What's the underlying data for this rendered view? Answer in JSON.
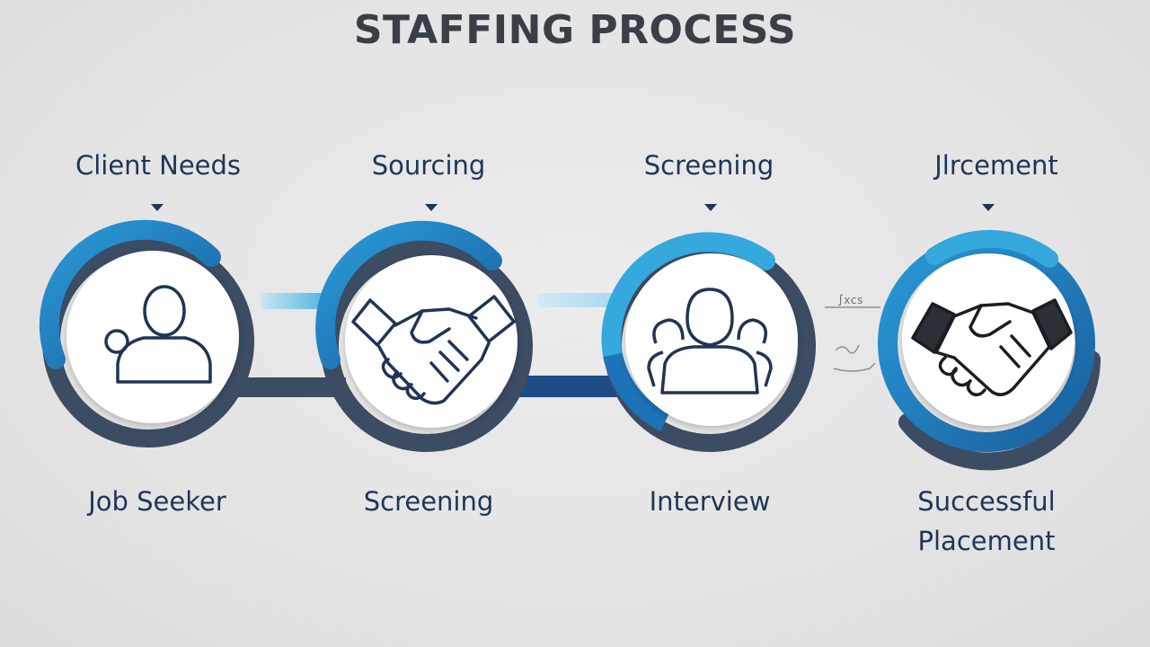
{
  "title": "STAFFING PROCESS",
  "steps": [
    {
      "top_label": "Client Needs",
      "bottom_label": "Job Seeker",
      "icon": "person-icon"
    },
    {
      "top_label": "Sourcing",
      "bottom_label": "Screening",
      "icon": "handshake-icon"
    },
    {
      "top_label": "Screening",
      "bottom_label": "Interview",
      "icon": "group-icon"
    },
    {
      "top_label": "Jlrcement",
      "bottom_label_line1": "Successful",
      "bottom_label_line2": "Placement",
      "icon": "handshake-filled-icon"
    }
  ],
  "scribble_label": "∫xcs",
  "colors": {
    "dark_ring": "#3b4c63",
    "blue_ring": "#1d73b8",
    "light_blue": "#35a8dc",
    "navy_text": "#1e3558",
    "title_text": "#3a3f47",
    "icon_stroke": "#1f3554"
  }
}
